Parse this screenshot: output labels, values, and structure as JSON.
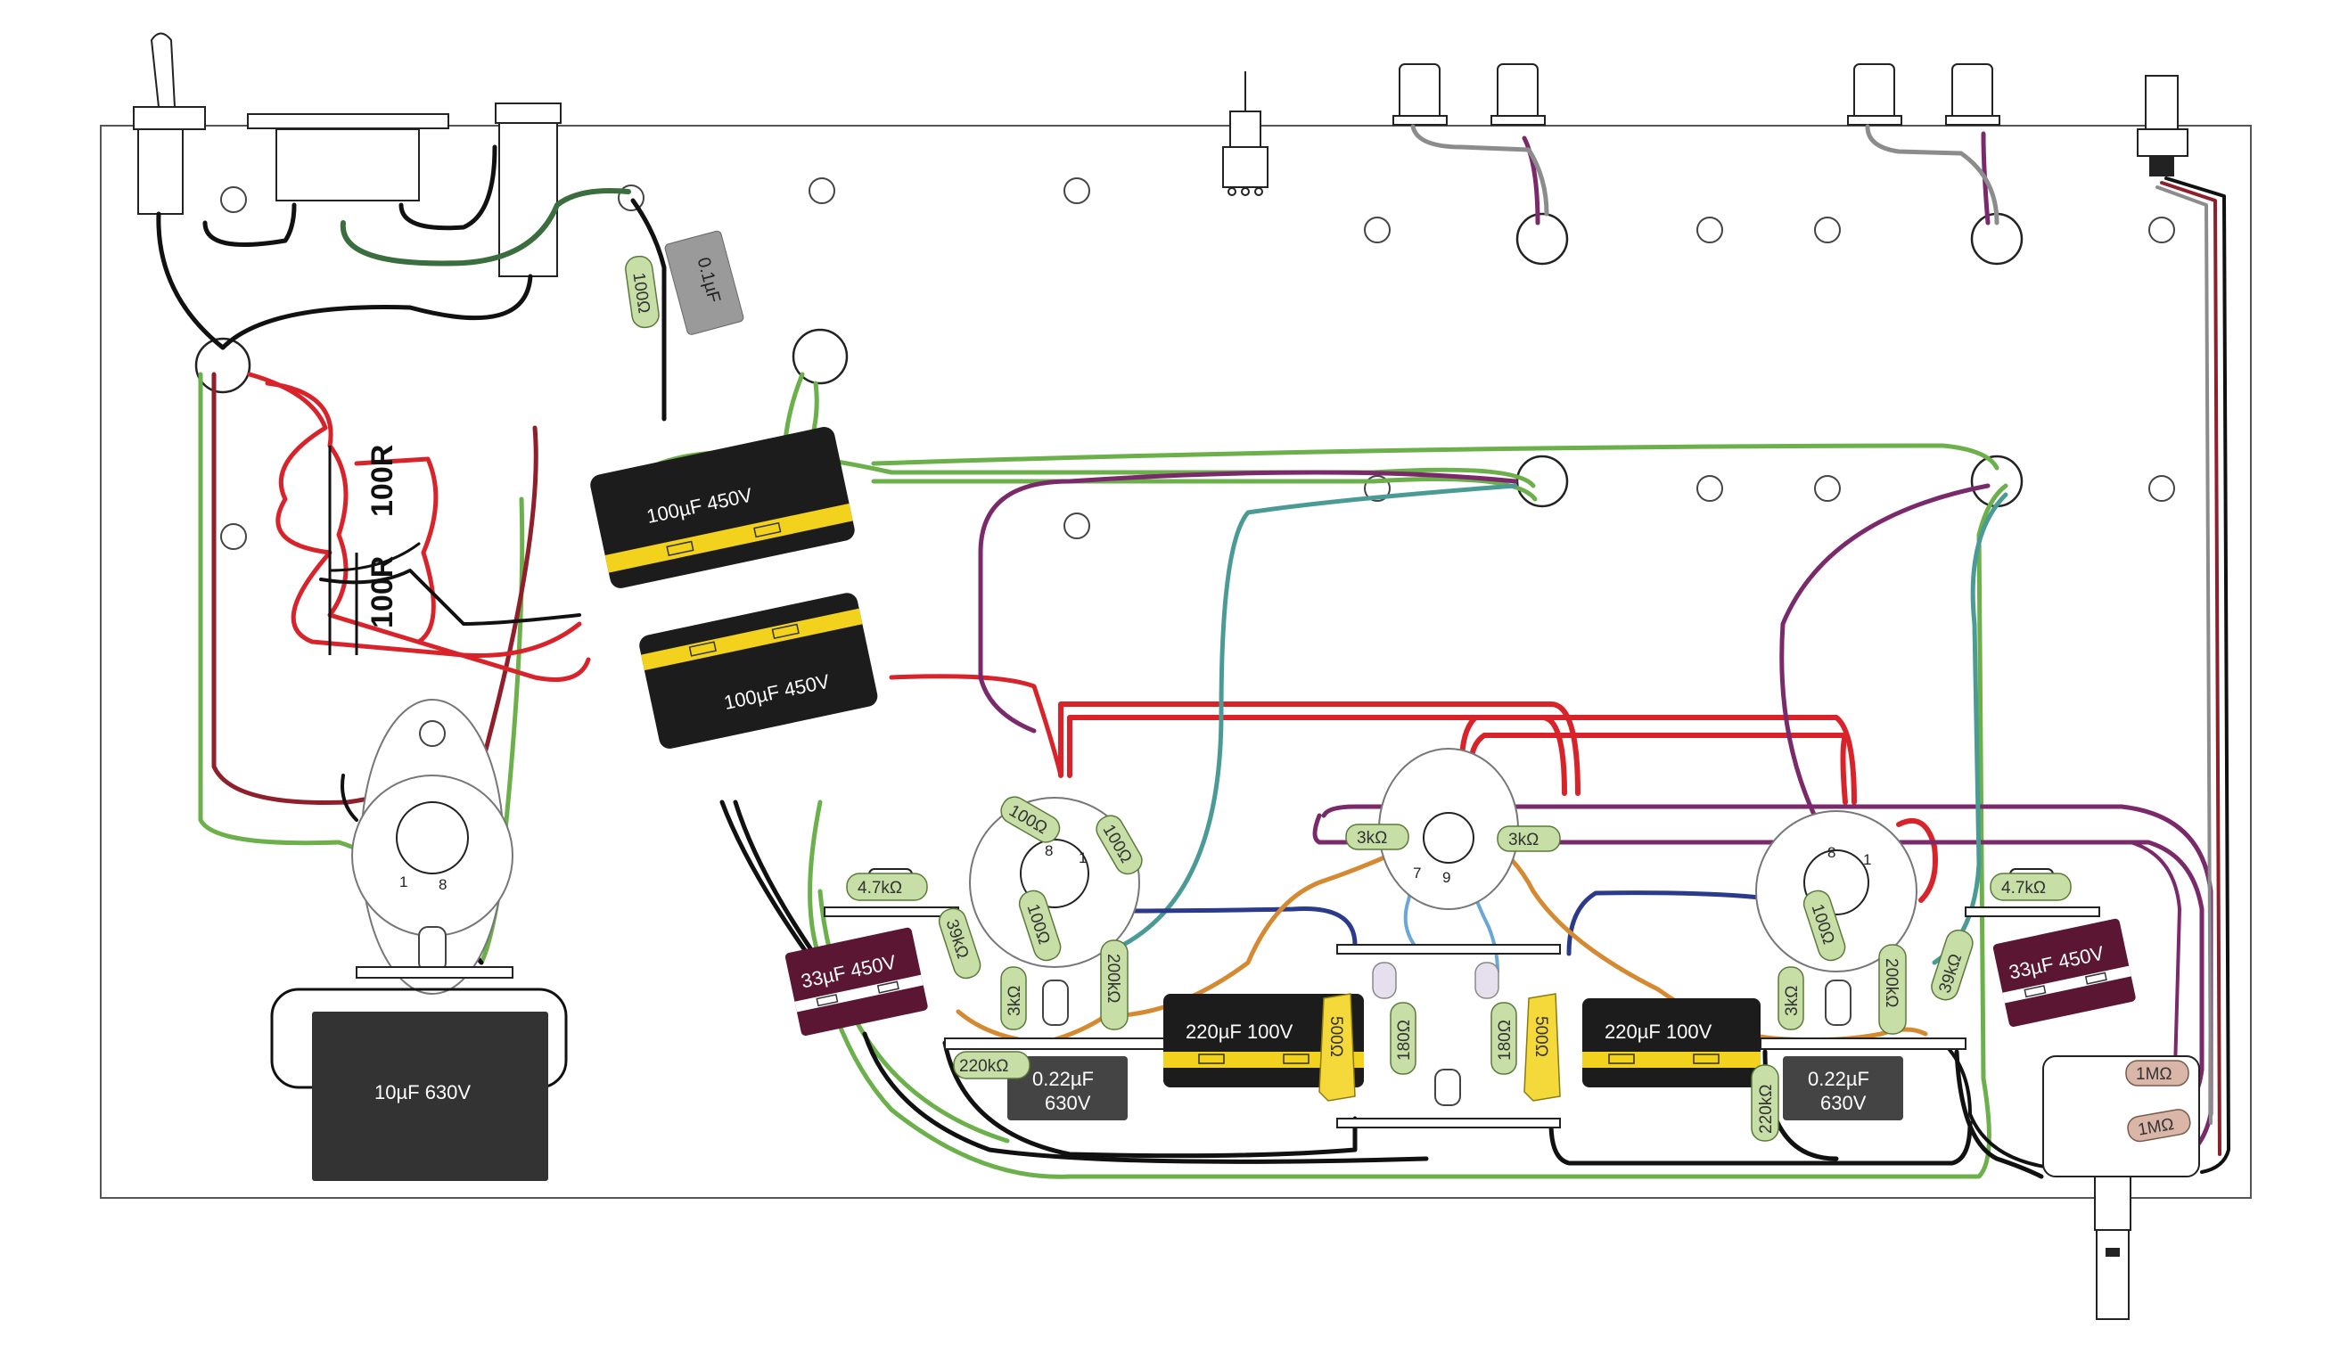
{
  "colors": {
    "chassis": "#555555",
    "red": "#d8232a",
    "darkred": "#8f1f2a",
    "green": "#6bb04a",
    "darkgreen": "#3b6e3e",
    "purple": "#7a2a6a",
    "teal": "#4a9a95",
    "blue": "#2b3a8a",
    "lightblue": "#6aa7d6",
    "orange": "#d58a32",
    "black": "#111111",
    "grey": "#8c8c8c",
    "resistor": "#c7dfa6",
    "resistor_pink": "#d9b6a8",
    "cap_black": "#1c1c1c",
    "cap_maroon": "#5a1632",
    "cap_grey": "#444444",
    "cap_film": "#9a9a9a",
    "stripe_yellow": "#f2d21c",
    "trim_yellow": "#f5d93a"
  },
  "filter_caps": [
    {
      "label": "100µF  450V"
    },
    {
      "label": "100µF  450V"
    }
  ],
  "cathode_bypass_caps": [
    {
      "label": "220µF  100V"
    },
    {
      "label": "220µF  100V"
    }
  ],
  "coupling_caps": [
    {
      "value": "0.22µF",
      "voltage": "630V"
    },
    {
      "value": "0.22µF",
      "voltage": "630V"
    }
  ],
  "screen_caps": [
    {
      "label": "33µF  450V"
    },
    {
      "label": "33µF  450V"
    }
  ],
  "reservoir_cap": {
    "label": "10µF   630V"
  },
  "film_cap": {
    "label": "0.1µF"
  },
  "power_resistors": {
    "r1": "100R",
    "r2": "100R"
  },
  "resistors": {
    "r_100_top": "100Ω",
    "r_left_a": "100Ω",
    "r_left_b": "100Ω",
    "r_left_grid": "100Ω",
    "r_left_39k": "39kΩ",
    "r_left_3k": "3kΩ",
    "r_left_200k": "200kΩ",
    "r_left_220k": "220kΩ",
    "r_left_47k": "4.7kΩ",
    "r_mid_3k_a": "3kΩ",
    "r_mid_3k_b": "3kΩ",
    "r_180_a": "180Ω",
    "r_180_b": "180Ω",
    "r_right_grid": "100Ω",
    "r_right_3k": "3kΩ",
    "r_right_200k": "200kΩ",
    "r_right_39k": "39kΩ",
    "r_right_220k": "220kΩ",
    "r_right_47k": "4.7kΩ",
    "r_pot_a": "1MΩ",
    "r_pot_b": "1MΩ"
  },
  "trim_pots": [
    {
      "label": "500Ω"
    },
    {
      "label": "500Ω"
    }
  ],
  "pins": {
    "rect_1": "1",
    "rect_8": "8",
    "left_8": "8",
    "left_1": "1",
    "mid_7": "7",
    "mid_9": "9",
    "right_8": "8",
    "right_1": "1"
  }
}
